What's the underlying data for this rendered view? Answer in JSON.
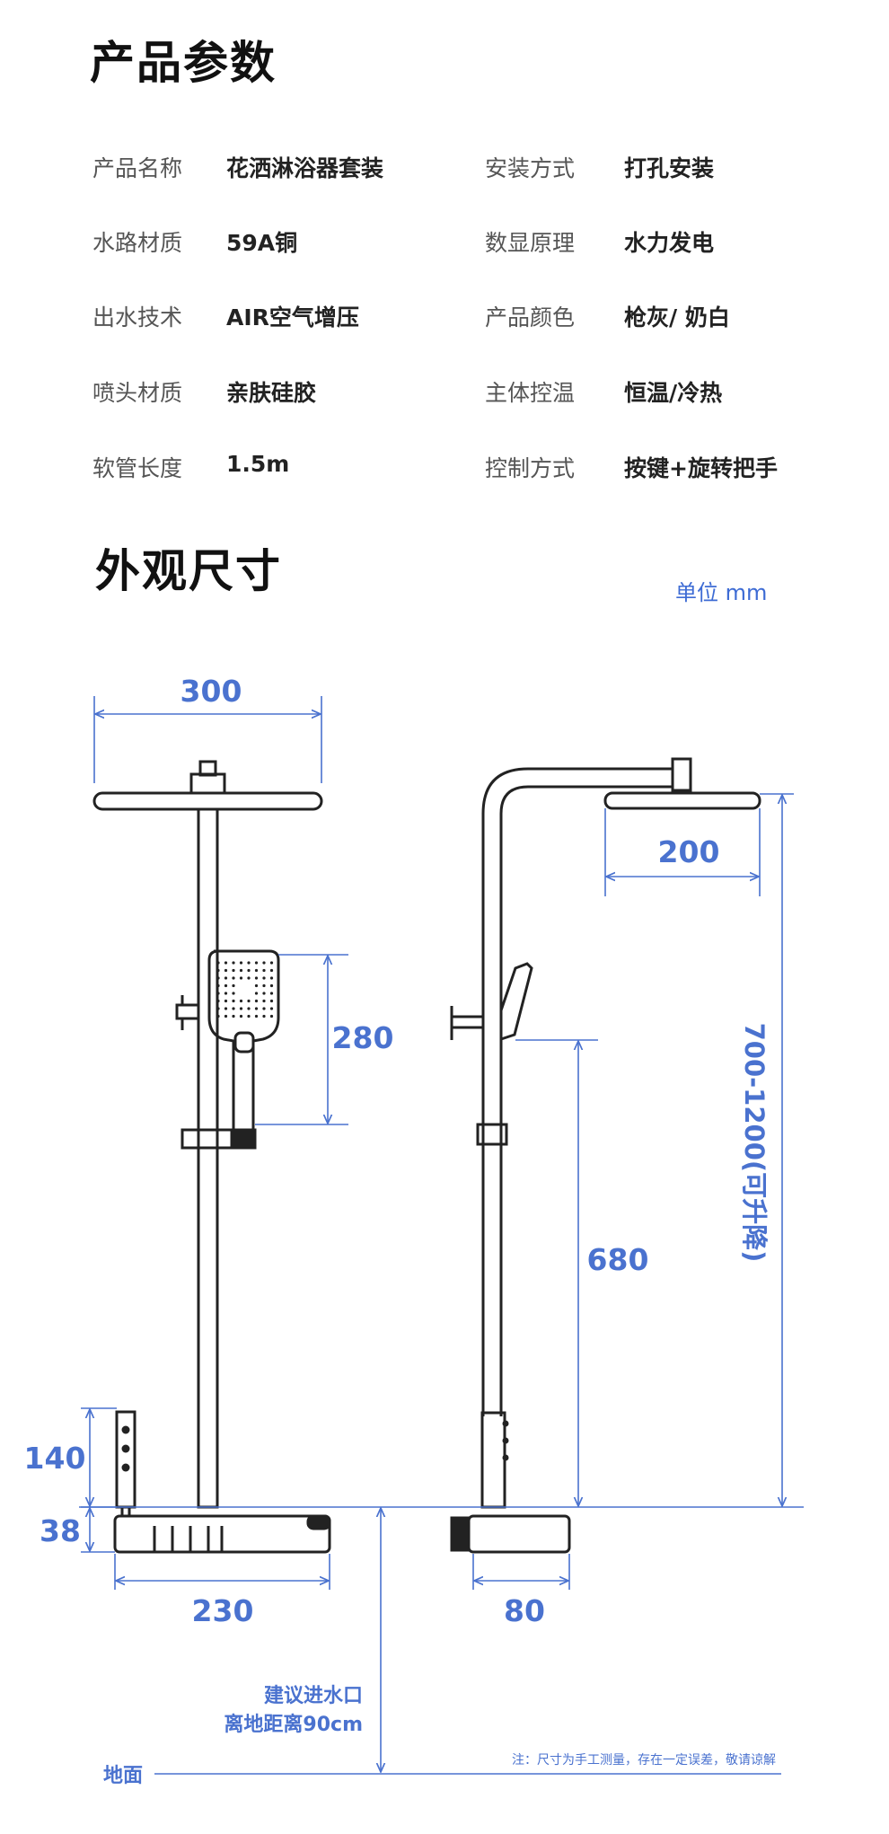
{
  "spec_section": {
    "title": "产品参数",
    "rows": [
      {
        "left_label": "产品名称",
        "left_value": "花洒淋浴器套装",
        "right_label": "安装方式",
        "right_value": "打孔安装"
      },
      {
        "left_label": "水路材质",
        "left_value": "59A铜",
        "right_label": "数显原理",
        "right_value": "水力发电"
      },
      {
        "left_label": "出水技术",
        "left_value": "AIR空气增压",
        "right_label": "产品颜色",
        "right_value": "枪灰/ 奶白"
      },
      {
        "left_label": "喷头材质",
        "left_value": "亲肤硅胶",
        "right_label": "主体控温",
        "right_value": "恒温/冷热"
      },
      {
        "left_label": "软管长度",
        "left_value": "1.5m",
        "right_label": "控制方式",
        "right_value": "按键+旋转把手"
      }
    ]
  },
  "dimension_section": {
    "title": "外观尺寸",
    "unit_label": "单位 mm",
    "dims": {
      "top_width": "300",
      "handheld_height": "280",
      "valve_height": "140",
      "base_height": "38",
      "base_width": "230",
      "side_head_width": "200",
      "side_handheld_height": "680",
      "side_total_height": "700-1200(可升降)",
      "side_base_depth": "80"
    },
    "inlet_note_line1": "建议进水口",
    "inlet_note_line2": "离地距离90cm",
    "ground_label": "地面",
    "footnote": "注：尺寸为手工测量，存在一定误差，敬请谅解"
  },
  "colors": {
    "accent": "#4a72cf",
    "line": "#222222"
  }
}
